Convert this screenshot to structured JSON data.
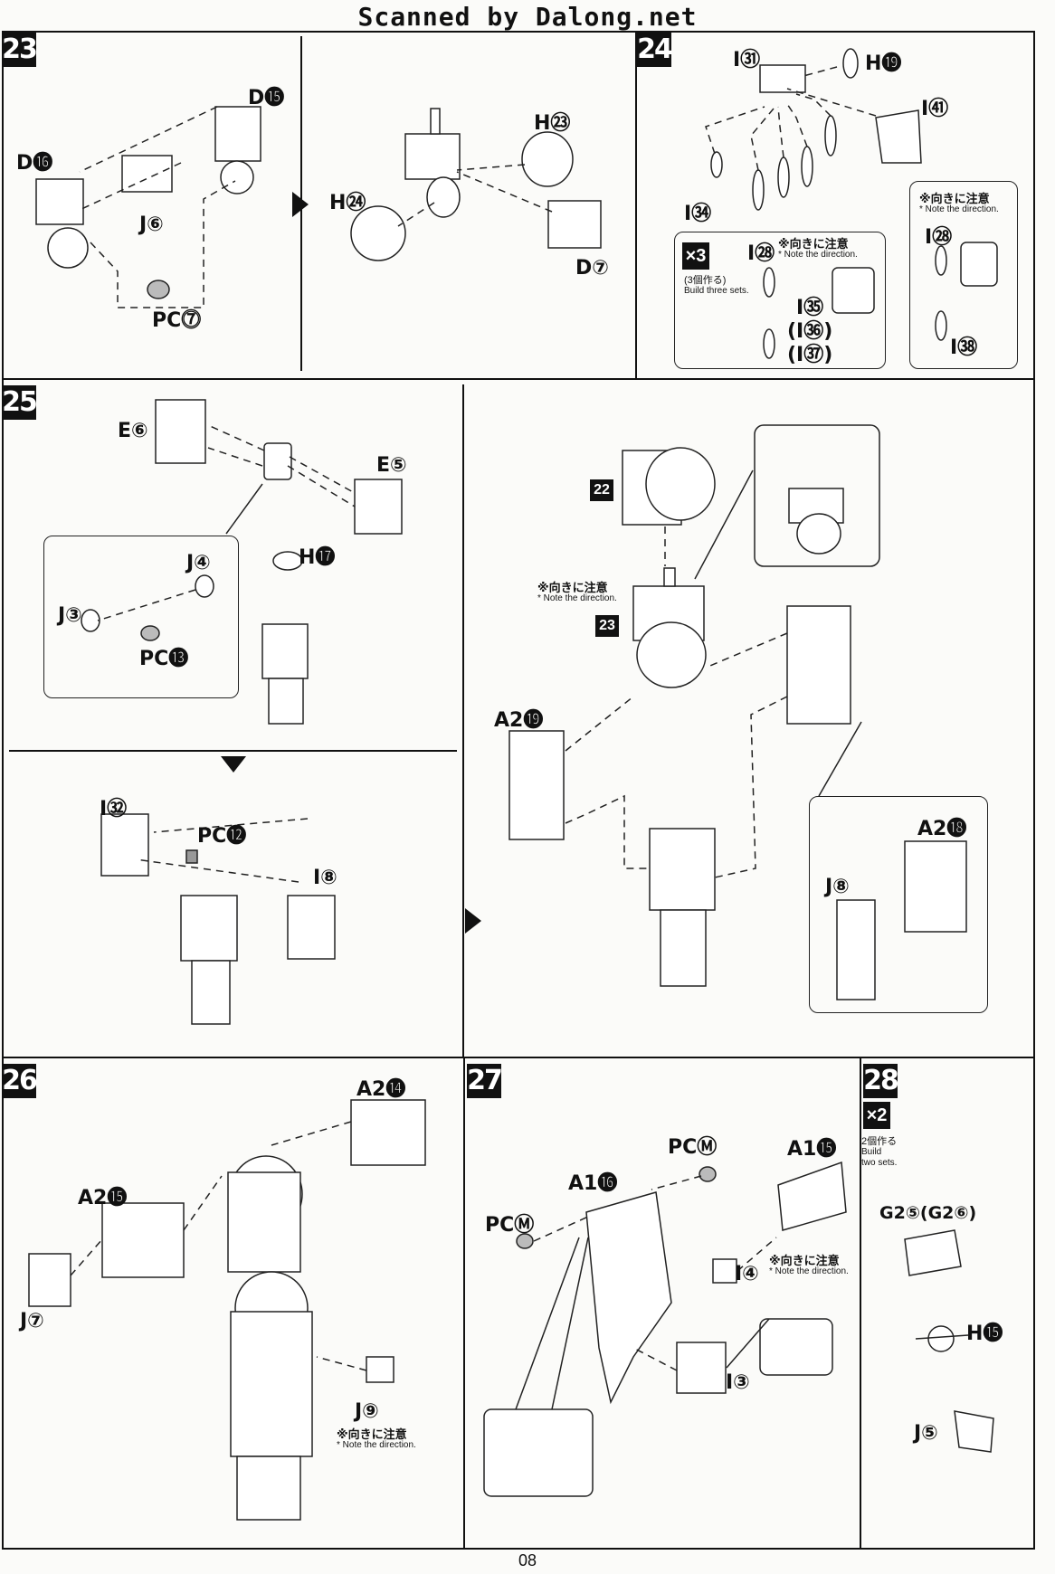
{
  "watermark": "Scanned by Dalong.net",
  "page_number": "08",
  "steps": {
    "s23": {
      "num": "23",
      "labels": [
        "D⓯",
        "D⓰",
        "J⑥",
        "PC⓻",
        "H㉔",
        "H㉓",
        "D⑦"
      ]
    },
    "s24": {
      "num": "24",
      "labels": [
        "I㉛",
        "H⓳",
        "I㊶",
        "I㉞",
        "I㉘",
        "I㉟",
        "(I㊱)",
        "(I㊲)",
        "I㉘",
        "I㊳"
      ],
      "sub_count": "×3",
      "sub_jp": "(3個作る)",
      "sub_en": "Build three sets.",
      "note_jp": "※向きに注意",
      "note_en": "* Note the direction."
    },
    "s25": {
      "num": "25",
      "labels": [
        "E⑥",
        "E⑤",
        "H⓱",
        "J④",
        "J③",
        "PC⓭",
        "I㉜",
        "PC⓬",
        "I⑧",
        "A2⓳",
        "A2⓲",
        "J⑧"
      ],
      "box": "22",
      "box2": "23",
      "note_jp": "※向きに注意",
      "note_en": "* Note the direction."
    },
    "s26": {
      "num": "26",
      "labels": [
        "A2⓮",
        "A2⓯",
        "J⑦",
        "J⑨"
      ],
      "note_jp": "※向きに注意",
      "note_en": "* Note the direction."
    },
    "s27": {
      "num": "27",
      "labels": [
        "PCⓂ",
        "A1⓯",
        "A1⓰",
        "PCⓂ",
        "I④",
        "I③"
      ],
      "note_jp": "※向きに注意",
      "note_en": "* Note the direction."
    },
    "s28": {
      "num": "28",
      "labels": [
        "G2⑤(G2⑥)",
        "H⓯",
        "J⑤"
      ],
      "sub_count": "×2",
      "sub_jp": "2個作る",
      "sub_en": "Build two sets."
    }
  }
}
